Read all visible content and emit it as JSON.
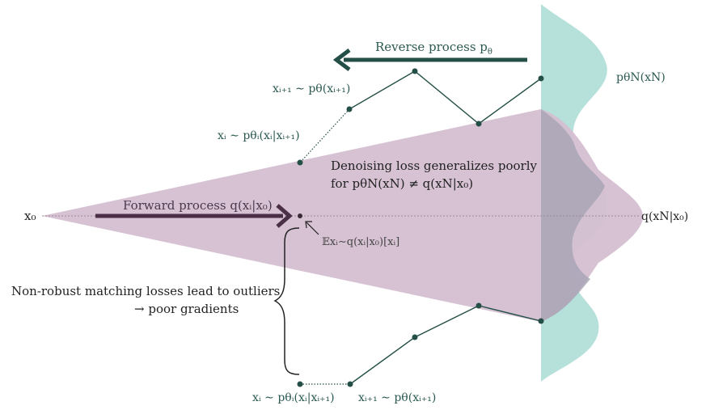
{
  "colors": {
    "teal_fill": "#b6e0da",
    "purple_fill": "#d5bfd2",
    "overlap_fill": "#a8a5b6",
    "dark_green": "#244f47",
    "dark_purple": "#4b2f47",
    "text": "#222222"
  },
  "labels": {
    "x0": "x₀",
    "reverse_process": "Reverse process p",
    "reverse_sub": "θ",
    "forward_process": "Forward process q(xᵢ|x₀)",
    "p_thetaN": "pθN(xN)",
    "q_xN": "q(xN|x₀)",
    "upper_next": "xᵢ₊₁ ∼ pθ(xᵢ₊₁)",
    "upper_i": "xᵢ ∼ pθᵢ(xᵢ|xᵢ₊₁)",
    "lower_i": "xᵢ ∼ pθᵢ(xᵢ|xᵢ₊₁)",
    "lower_next": "xᵢ₊₁ ∼ pθ(xᵢ₊₁)",
    "expectation": "𝔼xᵢ∼q(xᵢ|x₀)[xᵢ]",
    "denoise_line1": "Denoising loss generalizes poorly",
    "denoise_line2": "for pθN(xN) ≠ q(xN|x₀)",
    "nonrobust_line1": "Non-robust matching losses lead to outliers",
    "nonrobust_line2": "→ poor gradients"
  }
}
